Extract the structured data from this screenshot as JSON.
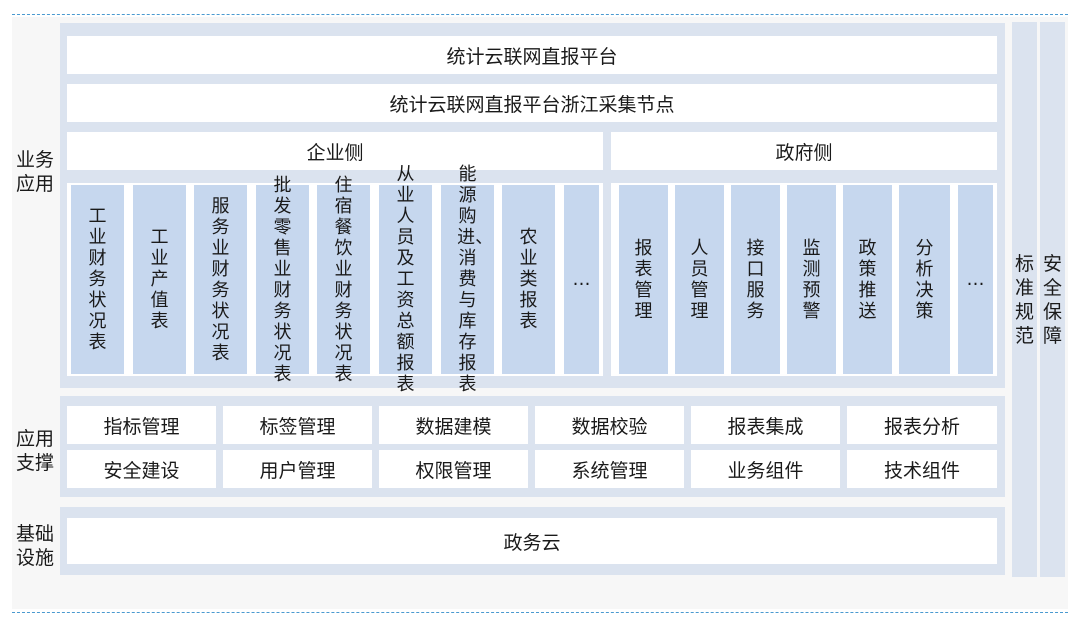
{
  "diagram": {
    "top_title": "统计云联网直报平台",
    "node_title": "统计云联网直报平台浙江采集节点",
    "left_side": {
      "business_application": [
        "业务",
        "应用"
      ],
      "application_support": [
        "应用",
        "支撑"
      ],
      "infrastructure": [
        "基础",
        "设施"
      ]
    },
    "enterprise_side": {
      "header": "企业侧",
      "items": [
        "工业财务状况表",
        "工业产值表",
        "服务业财务状况表",
        "批发零售业财务状况表",
        "住宿餐饮业财务状况表",
        "从业人员及工资总额报表",
        "能源购进、消费与库存报表",
        "农业类报表",
        "…"
      ]
    },
    "government_side": {
      "header": "政府侧",
      "items": [
        "报表管理",
        "人员管理",
        "接口服务",
        "监测预警",
        "政策推送",
        "分析决策",
        "…"
      ]
    },
    "support": {
      "row1": [
        "指标管理",
        "标签管理",
        "数据建模",
        "数据校验",
        "报表集成",
        "报表分析"
      ],
      "row2": [
        "安全建设",
        "用户管理",
        "权限管理",
        "系统管理",
        "业务组件",
        "技术组件"
      ]
    },
    "infrastructure_item": "政务云",
    "right_rails": [
      "标准规范",
      "安全保障"
    ]
  }
}
